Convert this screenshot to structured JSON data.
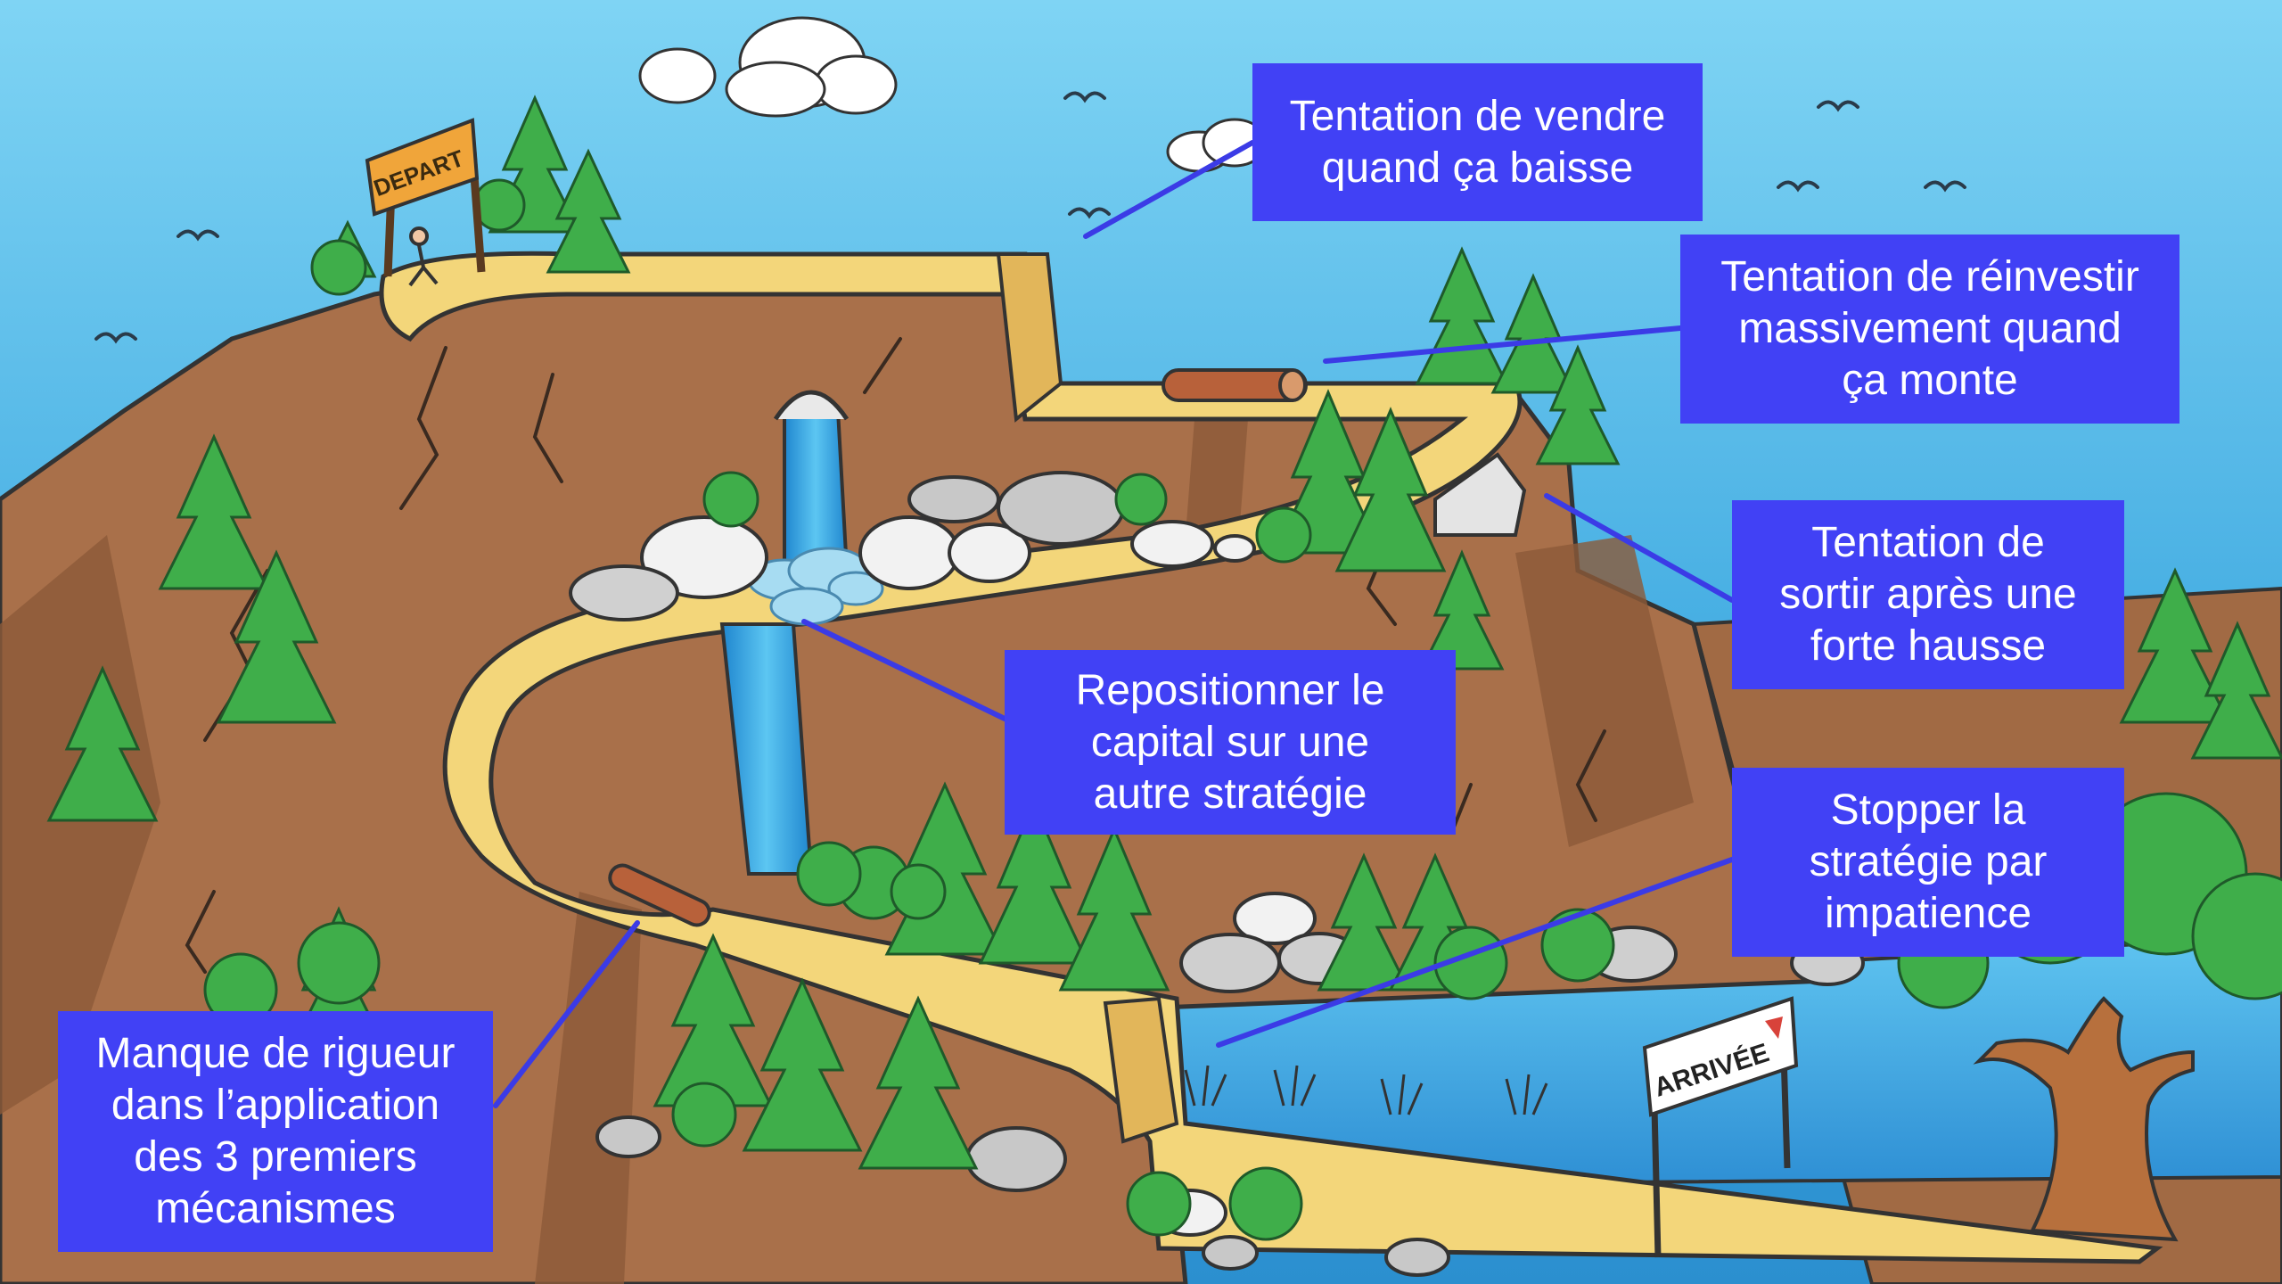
{
  "signs": {
    "start": "DEPART",
    "finish": "ARRIVÉE"
  },
  "callouts": [
    {
      "id": "vendre",
      "lines": [
        "Tentation de vendre",
        "quand ça baisse"
      ]
    },
    {
      "id": "reinvestir",
      "lines": [
        "Tentation de réinvestir",
        "massivement quand",
        "ça monte"
      ]
    },
    {
      "id": "sortir",
      "lines": [
        "Tentation de",
        "sortir après une",
        "forte hausse"
      ]
    },
    {
      "id": "repositionner",
      "lines": [
        "Repositionner le",
        "capital sur une",
        "autre stratégie"
      ]
    },
    {
      "id": "stopper",
      "lines": [
        "Stopper la",
        "stratégie par",
        "impatience"
      ]
    },
    {
      "id": "rigueur",
      "lines": [
        "Manque de rigueur",
        "dans l’application",
        "des 3 premiers",
        "mécanismes"
      ]
    }
  ],
  "colors": {
    "callout_bg": "#4141f5",
    "callout_text": "#ffffff",
    "connector": "#3b3be6",
    "path": "#f3d67a",
    "cliff": "#a9704a",
    "tree": "#3fae4a",
    "water": "#2f9fe0",
    "sky": "#5bc3ee"
  }
}
